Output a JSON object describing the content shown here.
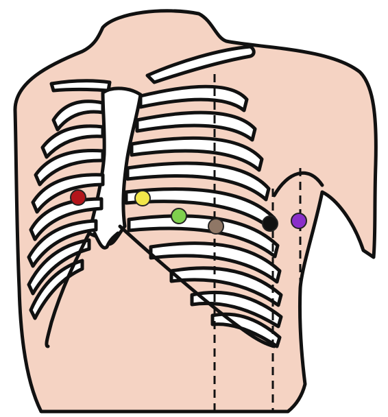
{
  "figure": {
    "subject": "chest-electrode-placement",
    "colors": {
      "skin": "#f5d3c3",
      "outline": "#111111",
      "bone": "#ffffff"
    },
    "guide_lines": [
      "midclavicular-line",
      "anterior-axillary-line",
      "mid-axillary-line"
    ],
    "electrodes": [
      {
        "id": "V1",
        "color": "#b3151b"
      },
      {
        "id": "V2",
        "color": "#f2e64a"
      },
      {
        "id": "V3",
        "color": "#7fd04e"
      },
      {
        "id": "V4",
        "color": "#8f7766"
      },
      {
        "id": "V5",
        "color": "#111111"
      },
      {
        "id": "V6",
        "color": "#8a2fc9"
      }
    ]
  }
}
